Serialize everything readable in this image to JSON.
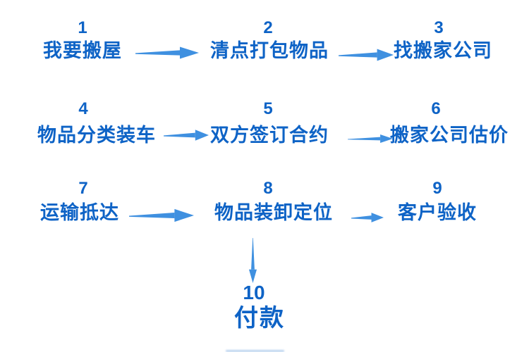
{
  "diagram": {
    "description": "moving-house-process-flowchart",
    "colors": {
      "step_text": "#0E63C6",
      "arrow": "#3F90E0",
      "background": "#FFFFFF"
    },
    "steps": [
      {
        "number": "1",
        "label": "我要搬屋"
      },
      {
        "number": "2",
        "label": "清点打包物品"
      },
      {
        "number": "3",
        "label": "找搬家公司"
      },
      {
        "number": "4",
        "label": "物品分类装车"
      },
      {
        "number": "5",
        "label": "双方签订合约"
      },
      {
        "number": "6",
        "label": "搬家公司估价"
      },
      {
        "number": "7",
        "label": "运输抵达"
      },
      {
        "number": "8",
        "label": "物品装卸定位"
      },
      {
        "number": "9",
        "label": "客户验收"
      },
      {
        "number": "10",
        "label": "付款"
      }
    ],
    "connections": [
      "1→2",
      "2→3",
      "4→5",
      "5→6",
      "7→8",
      "8→9",
      "8→10"
    ]
  }
}
